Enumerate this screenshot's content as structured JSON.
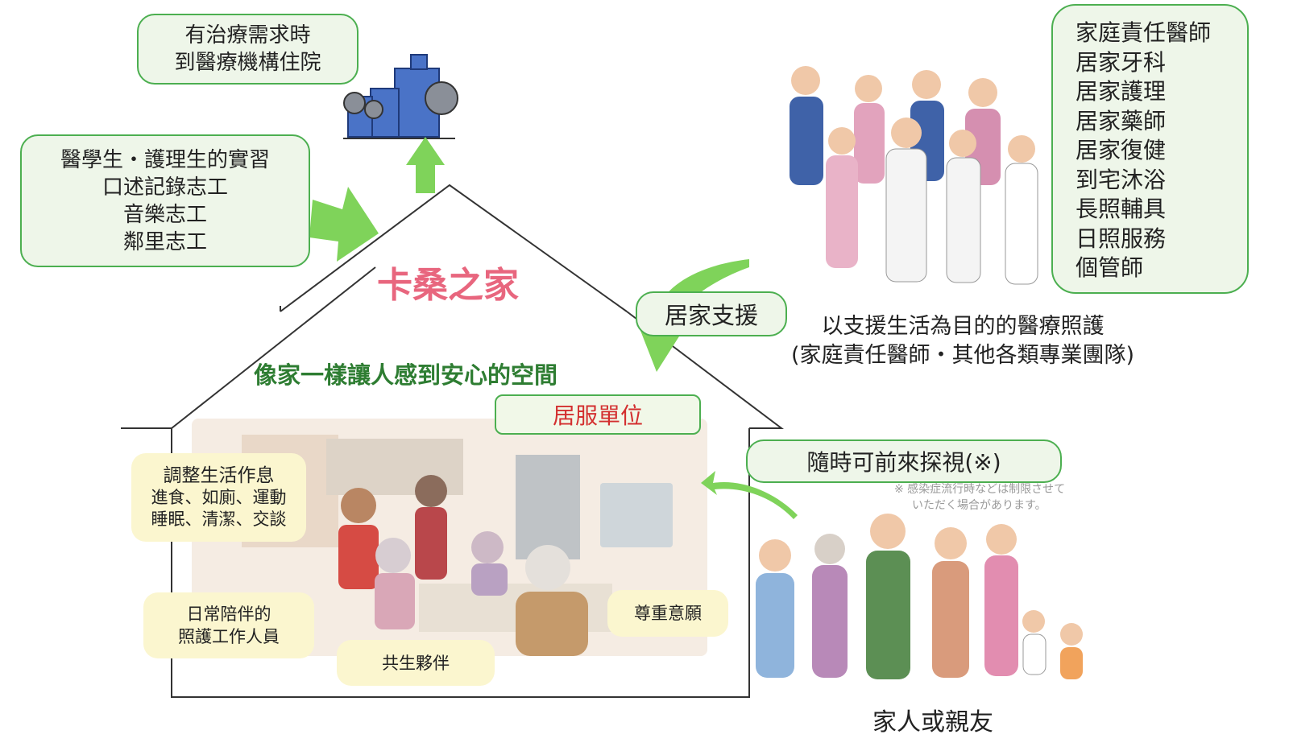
{
  "hospital_box": {
    "lines": [
      "有治療需求時",
      "到醫療機構住院"
    ]
  },
  "volunteer_box": {
    "lines": [
      "醫學生・護理生的實習",
      "口述記錄志工",
      "音樂志工",
      "鄰里志工"
    ]
  },
  "house": {
    "name": "卡桑之家",
    "subtitle": "像家一樣讓人感到安心的空間",
    "home_service_label": "居服單位"
  },
  "care_bubbles": {
    "daily_life": {
      "title": "調整生活作息",
      "line2": "進食、如廁、運動",
      "line3": "睡眠、清潔、交談"
    },
    "staff": {
      "line1": "日常陪伴的",
      "line2": "照護工作人員"
    },
    "companions": "共生夥伴",
    "respect": "尊重意願"
  },
  "home_support_label": "居家支援",
  "services_box": {
    "items": [
      "家庭責任醫師",
      "居家牙科",
      "居家護理",
      "居家藥師",
      "居家復健",
      "到宅沐浴",
      "長照輔具",
      "日照服務",
      "個管師"
    ]
  },
  "medical_caption": {
    "line1": "以支援生活為目的的醫療照護",
    "line2": "(家庭責任醫師・其他各類專業團隊)"
  },
  "visit_label": "隨時可前來探視(※)",
  "visit_note": {
    "line1": "※ 感染症流行時などは制限させて",
    "line2": "いただく場合があります。"
  },
  "family_caption": "家人或親友",
  "colors": {
    "green_border": "#4caf50",
    "green_fill": "#eef6e9",
    "arrow_green": "#7fd35a",
    "house_title": "#e8667e",
    "subtitle_green": "#2e7d32",
    "red_text": "#d32f2f",
    "cream": "#fbf6cf"
  }
}
